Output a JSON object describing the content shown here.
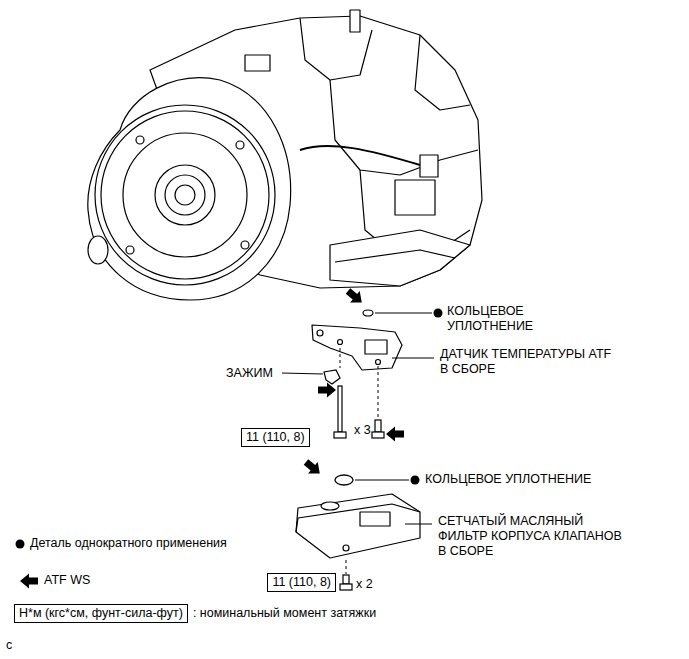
{
  "diagram": {
    "nodes": [
      {
        "text": [
          "11 (110, 8)"
        ]
      },
      {
        "text": [
          "11 (110, 8)"
        ]
      },
      {
        "text": [
          "Н*м (кгс*см, фунт-сила-фут)"
        ]
      }
    ],
    "labels": [
      "КОЛЬЦЕВОЕ УПЛОТНЕНИЕ",
      "ДАТЧИК ТЕМПЕРАТУРЫ ATF В СБОРЕ",
      "ЗАЖИМ",
      "x 3",
      "КОЛЬЦЕВОЕ УПЛОТНЕНИЕ",
      "СЕТЧАТЫЙ МАСЛЯНЫЙ ФИЛЬТР КОРПУСА КЛАПАНОВ В СБОРЕ",
      "x 2",
      "c"
    ],
    "legend": [
      {
        "text": "Деталь однократного применения"
      },
      {
        "text": "ATF WS"
      },
      {
        "text": ": номинальный момент затяжки"
      }
    ]
  }
}
